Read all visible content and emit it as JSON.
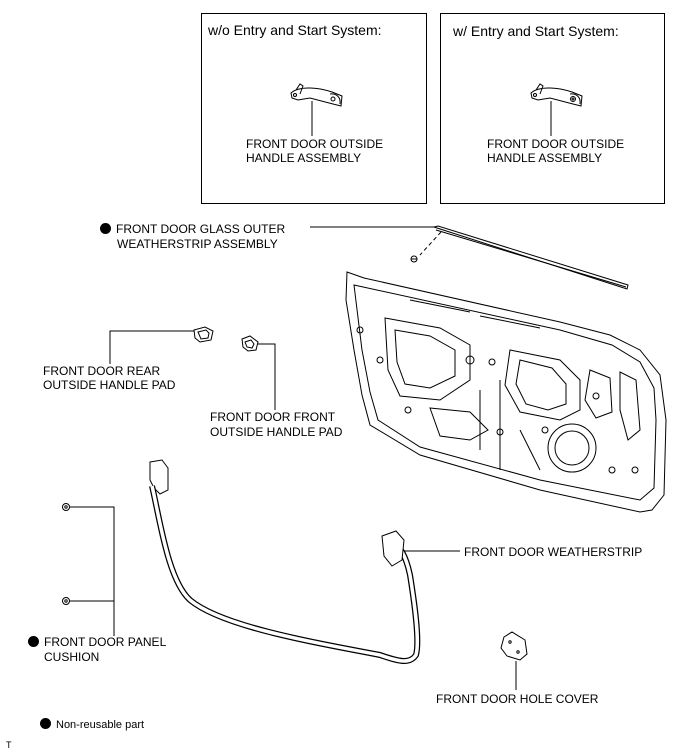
{
  "variants": [
    {
      "title": "w/o Entry and Start System:",
      "label_line1": "FRONT DOOR OUTSIDE",
      "label_line2": "HANDLE ASSEMBLY"
    },
    {
      "title": "w/ Entry and Start System:",
      "label_line1": "FRONT DOOR OUTSIDE",
      "label_line2": "HANDLE ASSEMBLY"
    }
  ],
  "parts": {
    "glass_weatherstrip": {
      "line1": "FRONT DOOR GLASS OUTER",
      "line2": "WEATHERSTRIP ASSEMBLY",
      "non_reusable": true
    },
    "rear_pad": {
      "line1": "FRONT DOOR REAR",
      "line2": "OUTSIDE HANDLE PAD"
    },
    "front_pad": {
      "line1": "FRONT DOOR FRONT",
      "line2": "OUTSIDE HANDLE PAD"
    },
    "door_weatherstrip": {
      "line1": "FRONT DOOR WEATHERSTRIP"
    },
    "panel_cushion": {
      "line1": "FRONT DOOR PANEL",
      "line2": "CUSHION",
      "non_reusable": true
    },
    "hole_cover": {
      "line1": "FRONT DOOR HOLE COVER"
    }
  },
  "legend": {
    "non_reusable": "Non-reusable part"
  },
  "corner_mark": "T"
}
